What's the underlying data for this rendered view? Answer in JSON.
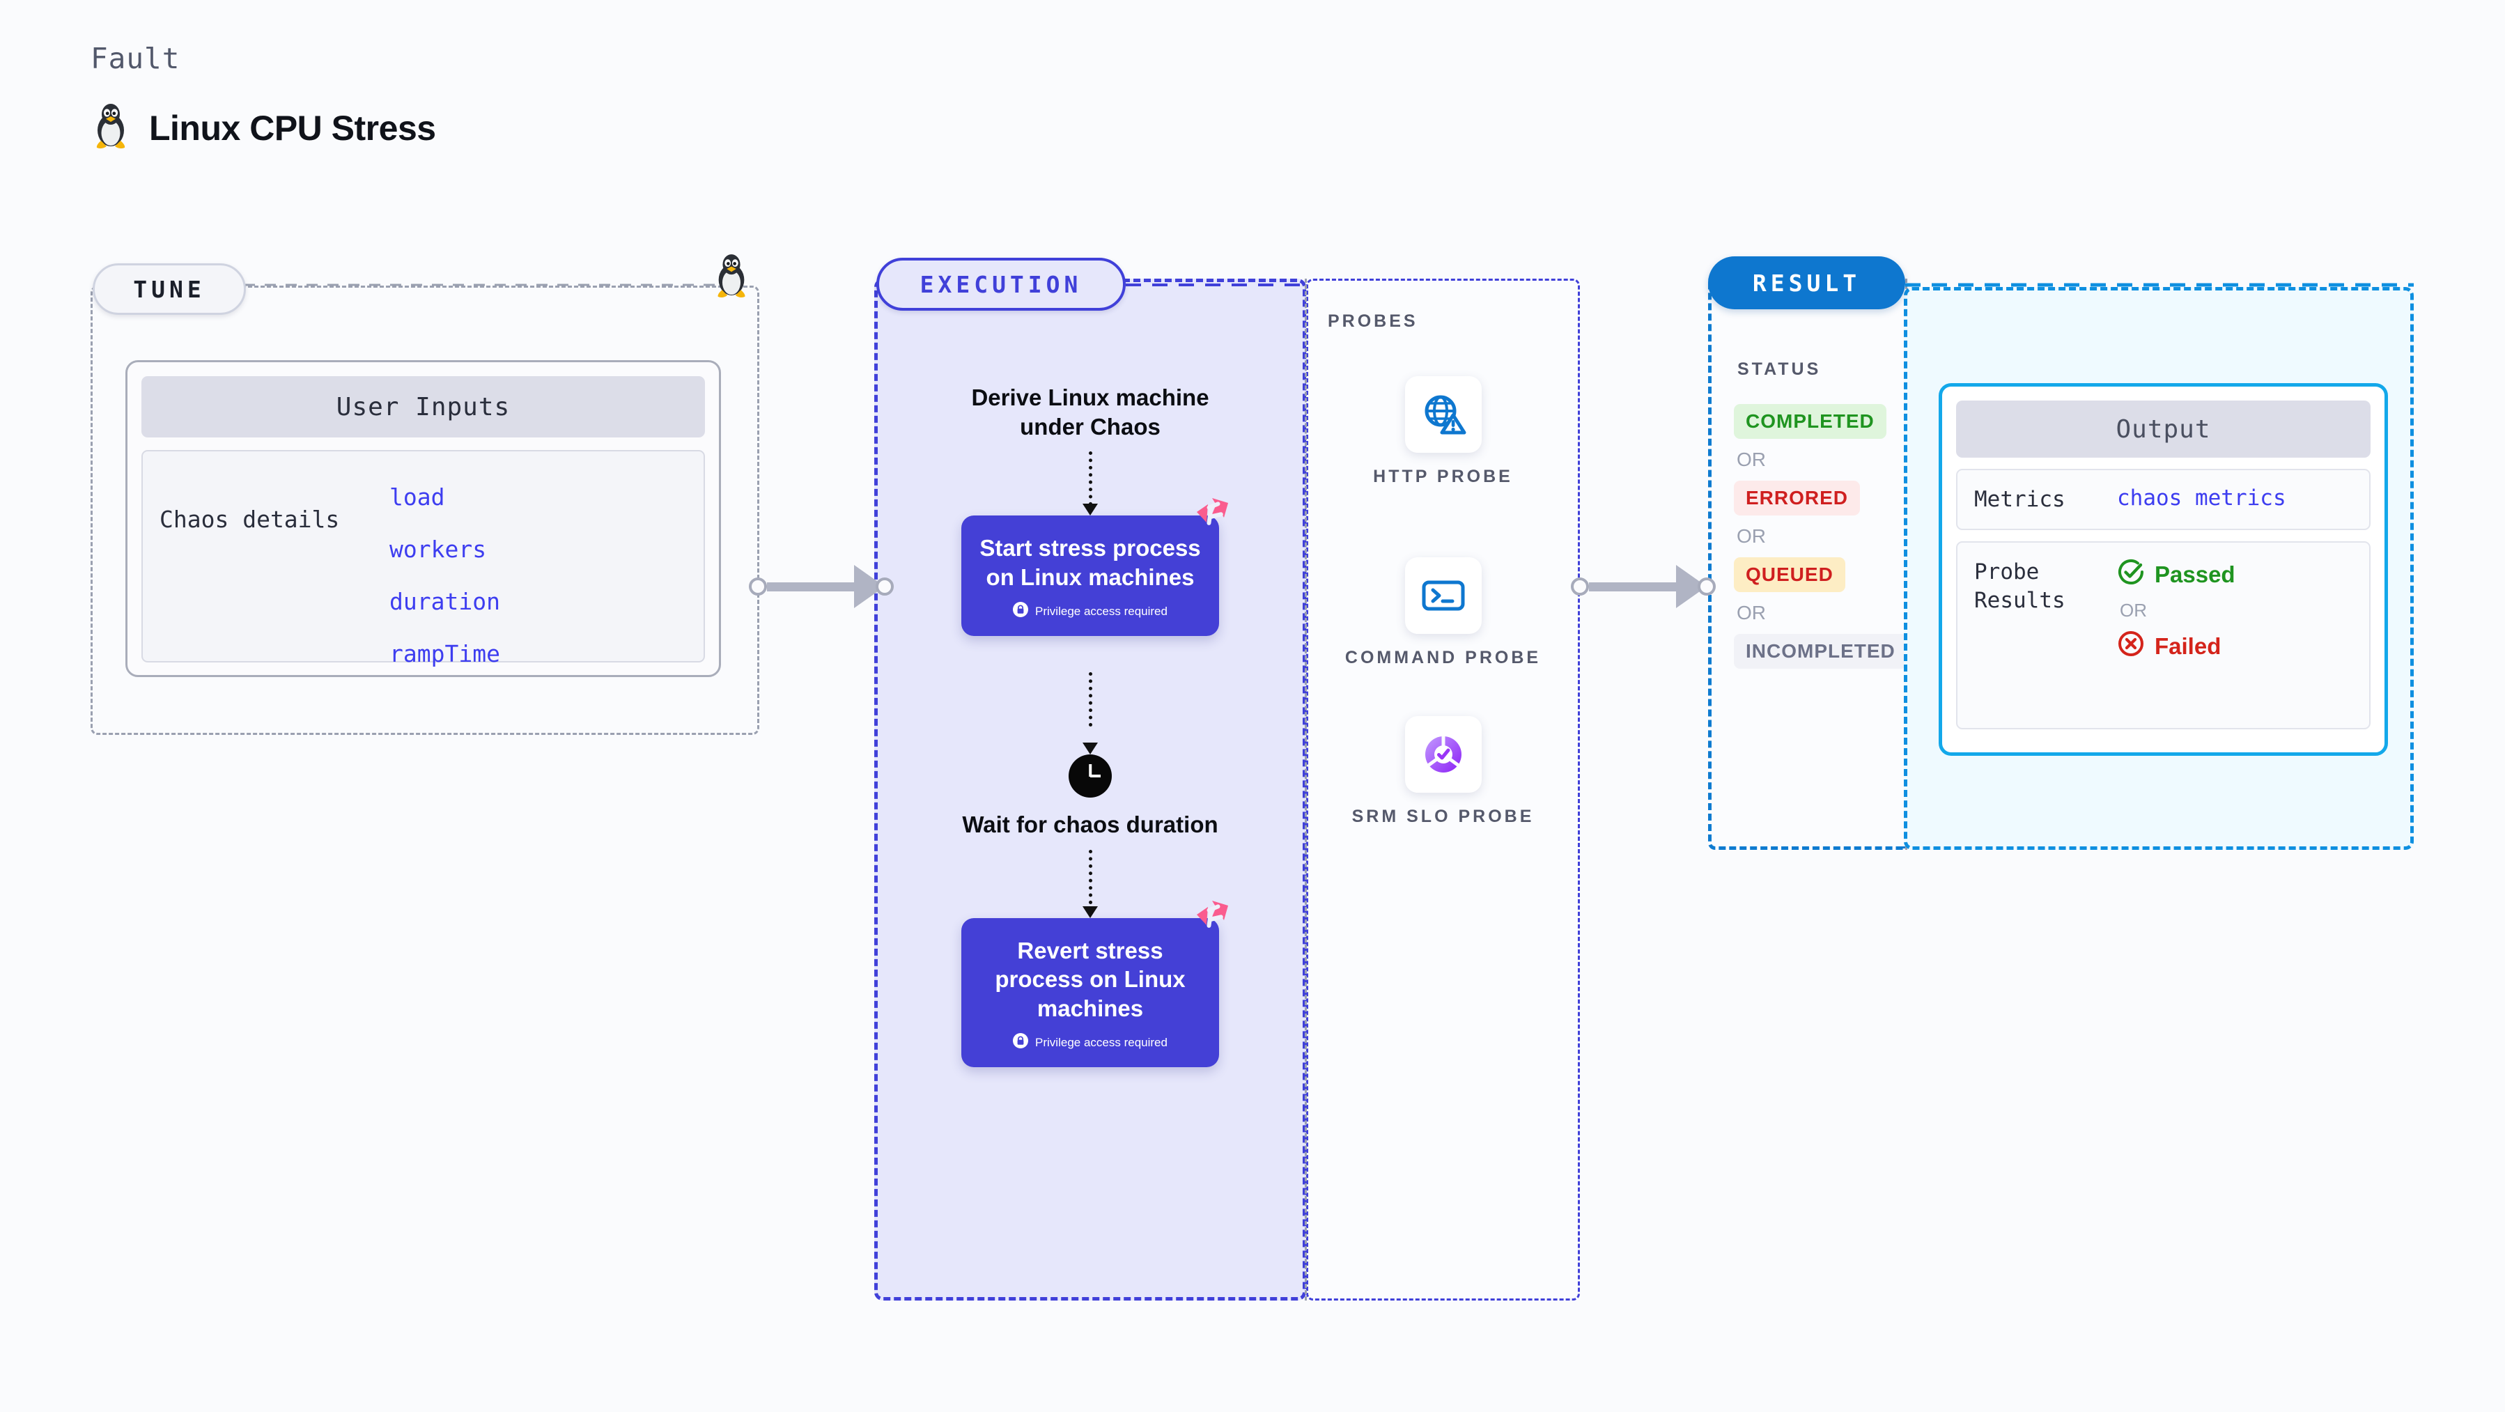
{
  "header": {
    "eyebrow": "Fault",
    "title": "Linux CPU Stress",
    "icon": "linux-tux-penguin-icon"
  },
  "tune": {
    "pill_label": "TUNE",
    "card_header": "User Inputs",
    "details_label": "Chaos details",
    "params": [
      "load",
      "workers",
      "duration",
      "rampTime"
    ],
    "mascot_icon": "linux-tux-penguin-icon"
  },
  "execution": {
    "pill_label": "EXECUTION",
    "steps": [
      {
        "type": "text",
        "label": "Derive Linux machine under Chaos"
      },
      {
        "type": "card",
        "label": "Start stress process on Linux machines",
        "note": "Privilege access required",
        "note_icon": "lock-icon",
        "corner_icon": "harness-logo-icon"
      },
      {
        "type": "wait",
        "label": "Wait for chaos duration",
        "icon": "clock-icon"
      },
      {
        "type": "card",
        "label": "Revert stress process on Linux machines",
        "note": "Privilege access required",
        "note_icon": "lock-icon",
        "corner_icon": "harness-logo-icon"
      }
    ]
  },
  "probes": {
    "title": "PROBES",
    "items": [
      {
        "label": "HTTP PROBE",
        "icon": "globe-warning-icon"
      },
      {
        "label": "COMMAND PROBE",
        "icon": "terminal-icon"
      },
      {
        "label": "SRM SLO PROBE",
        "icon": "slo-donut-check-icon"
      }
    ]
  },
  "result": {
    "pill_label": "RESULT",
    "status_title": "STATUS",
    "or_label": "OR",
    "statuses": [
      {
        "label": "COMPLETED",
        "bg": "#dff5dc",
        "fg": "#1f9420"
      },
      {
        "label": "ERRORED",
        "bg": "#fdeaea",
        "fg": "#cf1f1f"
      },
      {
        "label": "QUEUED",
        "bg": "#fdedc4",
        "fg": "#cf1f1f"
      },
      {
        "label": "INCOMPLETED",
        "bg": "#f1f2f7",
        "fg": "#6c7188"
      }
    ],
    "output": {
      "header": "Output",
      "metrics_key": "Metrics",
      "metrics_value": "chaos metrics",
      "probe_results_key": "Probe Results",
      "passed_label": "Passed",
      "failed_label": "Failed",
      "passed_icon": "check-circle-icon",
      "failed_icon": "x-circle-icon",
      "or_label": "OR"
    }
  },
  "colors": {
    "accent_purple": "#4040d9",
    "accent_blue": "#0e77cf",
    "accent_cyan": "#13a8ea",
    "param_blue": "#3d3df0",
    "harness_pink": "#fa5c8e",
    "pass_green": "#1f9420",
    "fail_red": "#d4241b"
  }
}
